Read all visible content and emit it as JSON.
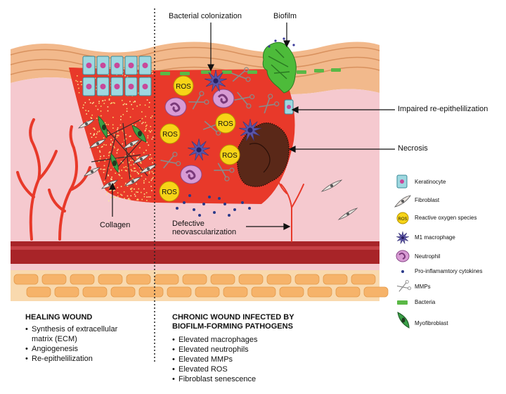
{
  "labels": {
    "bacterial_colonization": "Bacterial colonization",
    "biofilm": "Biofilm",
    "impaired_reepithelialization": "Impaired re-epithelilization",
    "necrosis": "Necrosis",
    "collagen": "Collagen",
    "defective_neovascularization_line1": "Defective",
    "defective_neovascularization_line2": "neovascularization",
    "ros": "ROS"
  },
  "legend": [
    {
      "label": "Keratinocyte",
      "icon": "keratinocyte-icon"
    },
    {
      "label": "Fibroblast",
      "icon": "fibroblast-icon"
    },
    {
      "label": "Reactive oxygen species",
      "icon": "ros-icon",
      "icon_text": "ROS"
    },
    {
      "label": "M1 macrophage",
      "icon": "macrophage-icon"
    },
    {
      "label": "Neutrophil",
      "icon": "neutrophil-icon"
    },
    {
      "label": "Pro-inflamamtory cytokines",
      "icon": "cytokine-icon"
    },
    {
      "label": "MMPs",
      "icon": "scissors-icon"
    },
    {
      "label": "Bacteria",
      "icon": "bacteria-icon"
    },
    {
      "label": "Myofibroblast",
      "icon": "myofibroblast-icon"
    }
  ],
  "healing": {
    "title": "HEALING WOUND",
    "bullets": [
      "Synthesis of extracellular",
      "matrix (ECM)",
      "Angiogenesis",
      "Re-epithelilization"
    ]
  },
  "chronic": {
    "title_line1": "CHRONIC WOUND INFECTED BY",
    "title_line2": "BIOFILM-FORMING PATHOGENS",
    "bullets": [
      "Elevated macrophages",
      "Elevated neutrophils",
      "Elevated MMPs",
      "Elevated ROS",
      "Fibroblast senescence"
    ]
  },
  "colors": {
    "skin_top": "#f2b98c",
    "skin_line": "#d8915e",
    "dermis": "#f5c9cf",
    "wound": "#e8392a",
    "vessel_band": "#a82428",
    "fat_cell": "#f6b36a",
    "biofilm": "#4dbb3a",
    "necrosis": "#5a2818",
    "keratinocyte": "#9ed8e0",
    "ros": "#f7d417",
    "macrophage": "#5b55a8",
    "neutrophil": "#d89bd4",
    "bacteria": "#5ab846"
  }
}
